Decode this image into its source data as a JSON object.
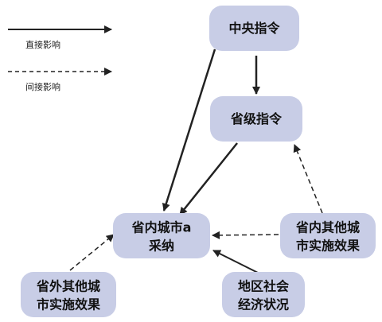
{
  "legend": {
    "direct": "直接影响",
    "indirect": "间接影响"
  },
  "nodes": {
    "central_directive": {
      "lines": [
        "中央指令"
      ]
    },
    "provincial_directive": {
      "lines": [
        "省级指令"
      ]
    },
    "city_a_procurement": {
      "lines": [
        "省内城市a",
        "采纳"
      ]
    },
    "in_province_effect": {
      "lines": [
        "省内其他城",
        "市实施效果"
      ]
    },
    "out_province_effect": {
      "lines": [
        "省外其他城",
        "市实施效果"
      ]
    },
    "regional_socioeconomic": {
      "lines": [
        "地区社会",
        "经济状况"
      ]
    }
  },
  "colors": {
    "node_fill": "#c8cde6",
    "arrow": "#222222"
  }
}
